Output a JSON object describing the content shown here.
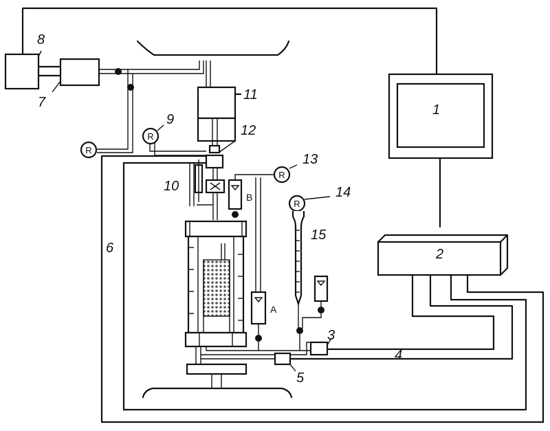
{
  "labels": {
    "n1": "1",
    "n2": "2",
    "n3": "3",
    "n4": "4",
    "n5": "5",
    "n6": "6",
    "n7": "7",
    "n8": "8",
    "n9": "9",
    "n10": "10",
    "n11": "11",
    "n12": "12",
    "n13": "13",
    "n14": "14",
    "n15": "15"
  },
  "gauge_letter": "R",
  "flowmeters": {
    "a": "A",
    "b": "B"
  }
}
